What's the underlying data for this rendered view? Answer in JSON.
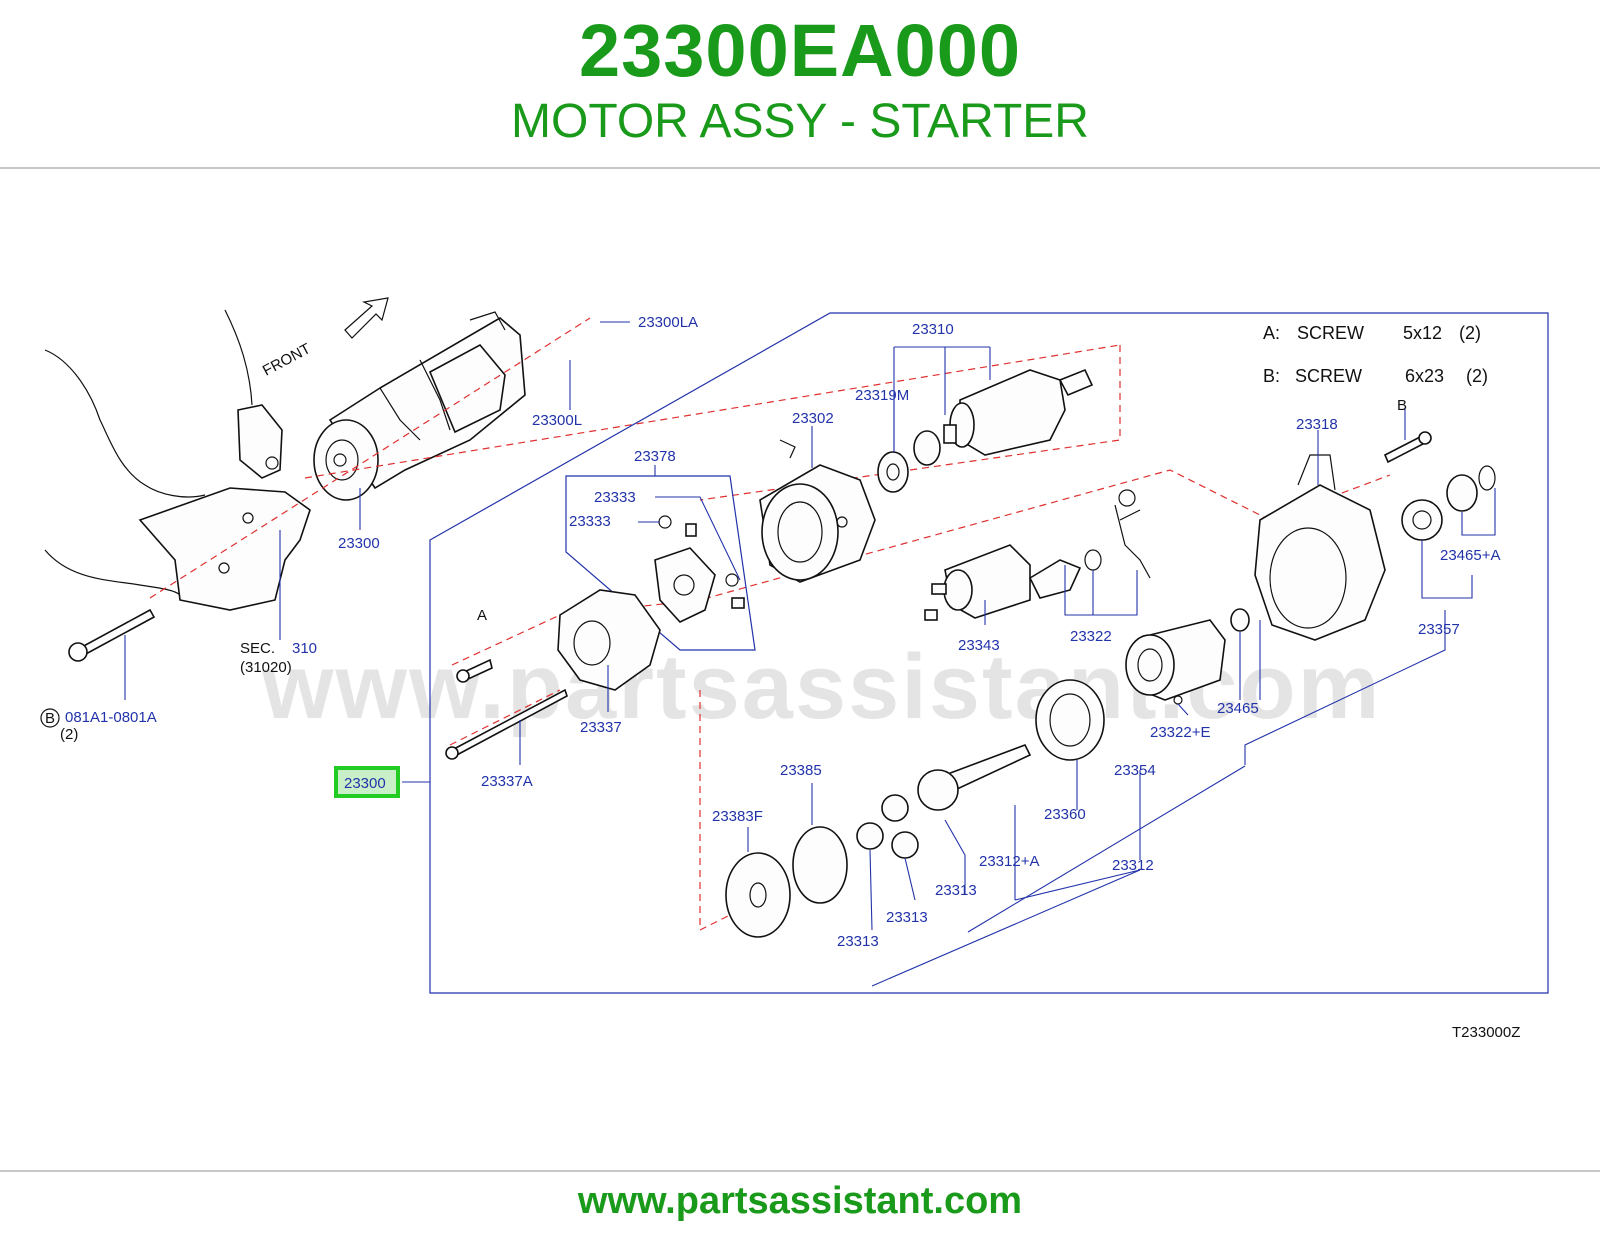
{
  "header": {
    "part_number": "23300EA000",
    "part_title": "MOTOR ASSY - STARTER"
  },
  "legend": {
    "a": {
      "key": "A:",
      "item": "SCREW",
      "size": "5x12",
      "qty": "(2)"
    },
    "b": {
      "key": "B:",
      "item": "SCREW",
      "size": "6x23",
      "qty": "(2)"
    }
  },
  "diagram": {
    "front_label": "FRONT",
    "marker_a": "A",
    "marker_b": "B",
    "sec_label": "SEC.",
    "sec_number": "310",
    "sec_sub": "(31020)",
    "bolt_circle": "B",
    "bolt_part": "081A1-0801A",
    "bolt_qty": "(2)",
    "selected_part": "23300",
    "diagram_code": "T233000Z",
    "watermark": "www.partsassistant.com",
    "labels": {
      "p23300LA": "23300LA",
      "p23300L": "23300L",
      "p23300_main": "23300",
      "p23310": "23310",
      "p23319M": "23319M",
      "p23302": "23302",
      "p23378": "23378",
      "p23333a": "23333",
      "p23333b": "23333",
      "p23337": "23337",
      "p23337A": "23337A",
      "p23343": "23343",
      "p23322": "23322",
      "p23318": "23318",
      "p23465A": "23465+A",
      "p23357": "23357",
      "p23465": "23465",
      "p23322E": "23322+E",
      "p23354": "23354",
      "p23360": "23360",
      "p23385": "23385",
      "p23383F": "23383F",
      "p23312A": "23312+A",
      "p23312": "23312",
      "p23313a": "23313",
      "p23313b": "23313",
      "p23313c": "23313"
    }
  },
  "footer": {
    "url": "www.partsassistant.com"
  }
}
